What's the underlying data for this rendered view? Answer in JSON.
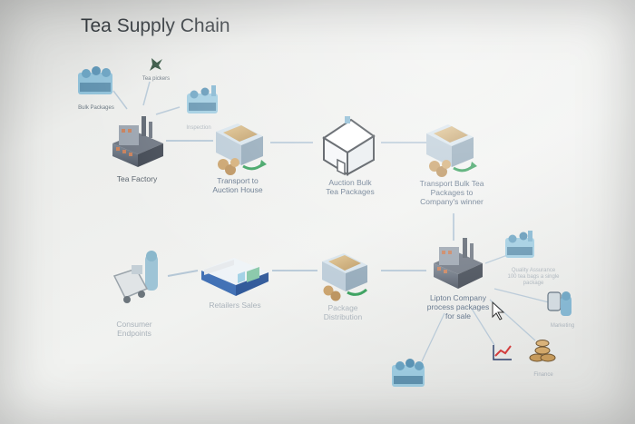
{
  "diagram": {
    "title": "Tea Supply Chain",
    "labels": {
      "tea_pickers": "Tea pickers",
      "bulk_packages": "Bulk Packages",
      "inspection": "Inspection",
      "tea_factory": "Tea Factory",
      "transport_to_auction": [
        "Transport to",
        "Auction House"
      ],
      "auction_bulk": [
        "Auction Bulk",
        "Tea Packages"
      ],
      "transport_bulk_tea": [
        "Transport Bulk Tea",
        "Packages to",
        "Company's winner"
      ],
      "lipton_company": [
        "Lipton Company",
        "process packages",
        "for sale"
      ],
      "package_distribution": [
        "Package",
        "Distribution"
      ],
      "retailers_sales": "Retailers Sales",
      "consumer_endpoints": [
        "Consumer",
        "Endpoints"
      ],
      "quality_assurance": [
        "Quality Assurance",
        "100 tea bags a single",
        "package"
      ],
      "marketing": "Marketing",
      "finance": "Finance"
    }
  }
}
